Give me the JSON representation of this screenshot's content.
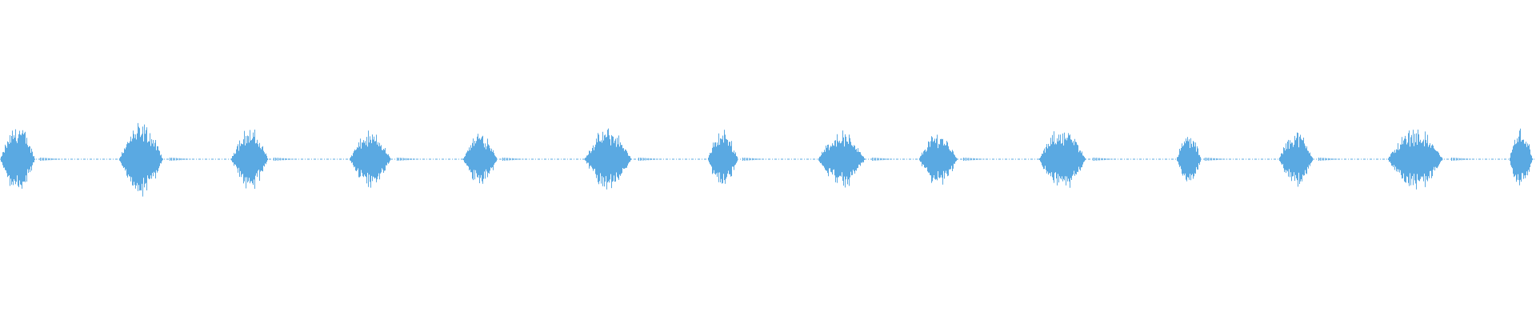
{
  "waveform": {
    "color": "#5aa9e2",
    "baseline_color": "#5aa9e2",
    "bursts": [
      {
        "amplitude": 0.62
      },
      {
        "amplitude": 0.64
      },
      {
        "amplitude": 0.55
      },
      {
        "amplitude": 0.48
      },
      {
        "amplitude": 0.5
      },
      {
        "amplitude": 0.55
      },
      {
        "amplitude": 0.52
      },
      {
        "amplitude": 0.5
      },
      {
        "amplitude": 0.48
      },
      {
        "amplitude": 0.55
      },
      {
        "amplitude": 0.45
      },
      {
        "amplitude": 0.5
      },
      {
        "amplitude": 0.55
      },
      {
        "amplitude": 0.55
      }
    ]
  }
}
